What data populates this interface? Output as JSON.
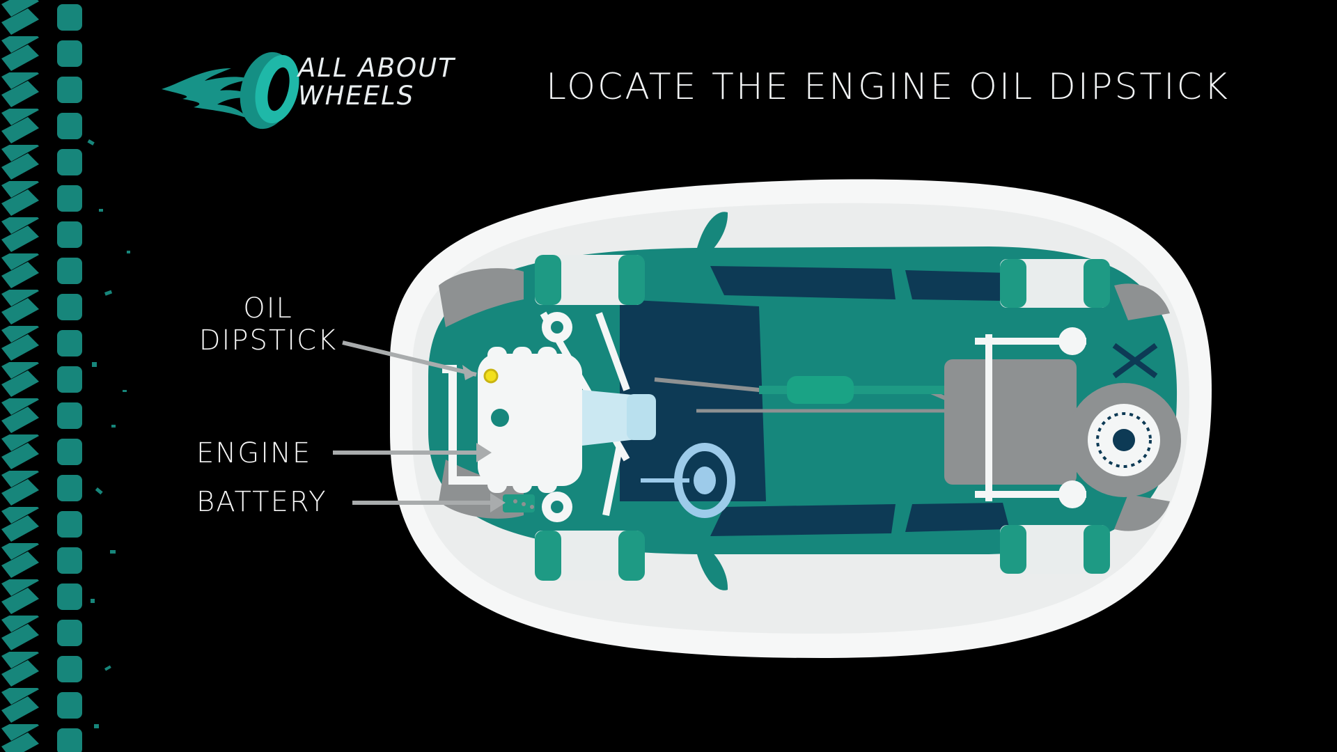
{
  "logo": {
    "line1": "ALL ABOUT",
    "line2": "WHEELS"
  },
  "title": "LOCATE THE ENGINE OIL DIPSTICK",
  "labels": {
    "oil_line1": "OIL",
    "oil_line2": "DIPSTICK",
    "engine": "ENGINE",
    "battery": "BATTERY"
  },
  "colors": {
    "background": "#000000",
    "teal": "#16877c",
    "teal_dark": "#0f6f66",
    "navy": "#0d3a55",
    "white": "#f4f6f6",
    "gray": "#8e9192",
    "accent": "#1ea995",
    "dipstick": "#f2e01d"
  }
}
